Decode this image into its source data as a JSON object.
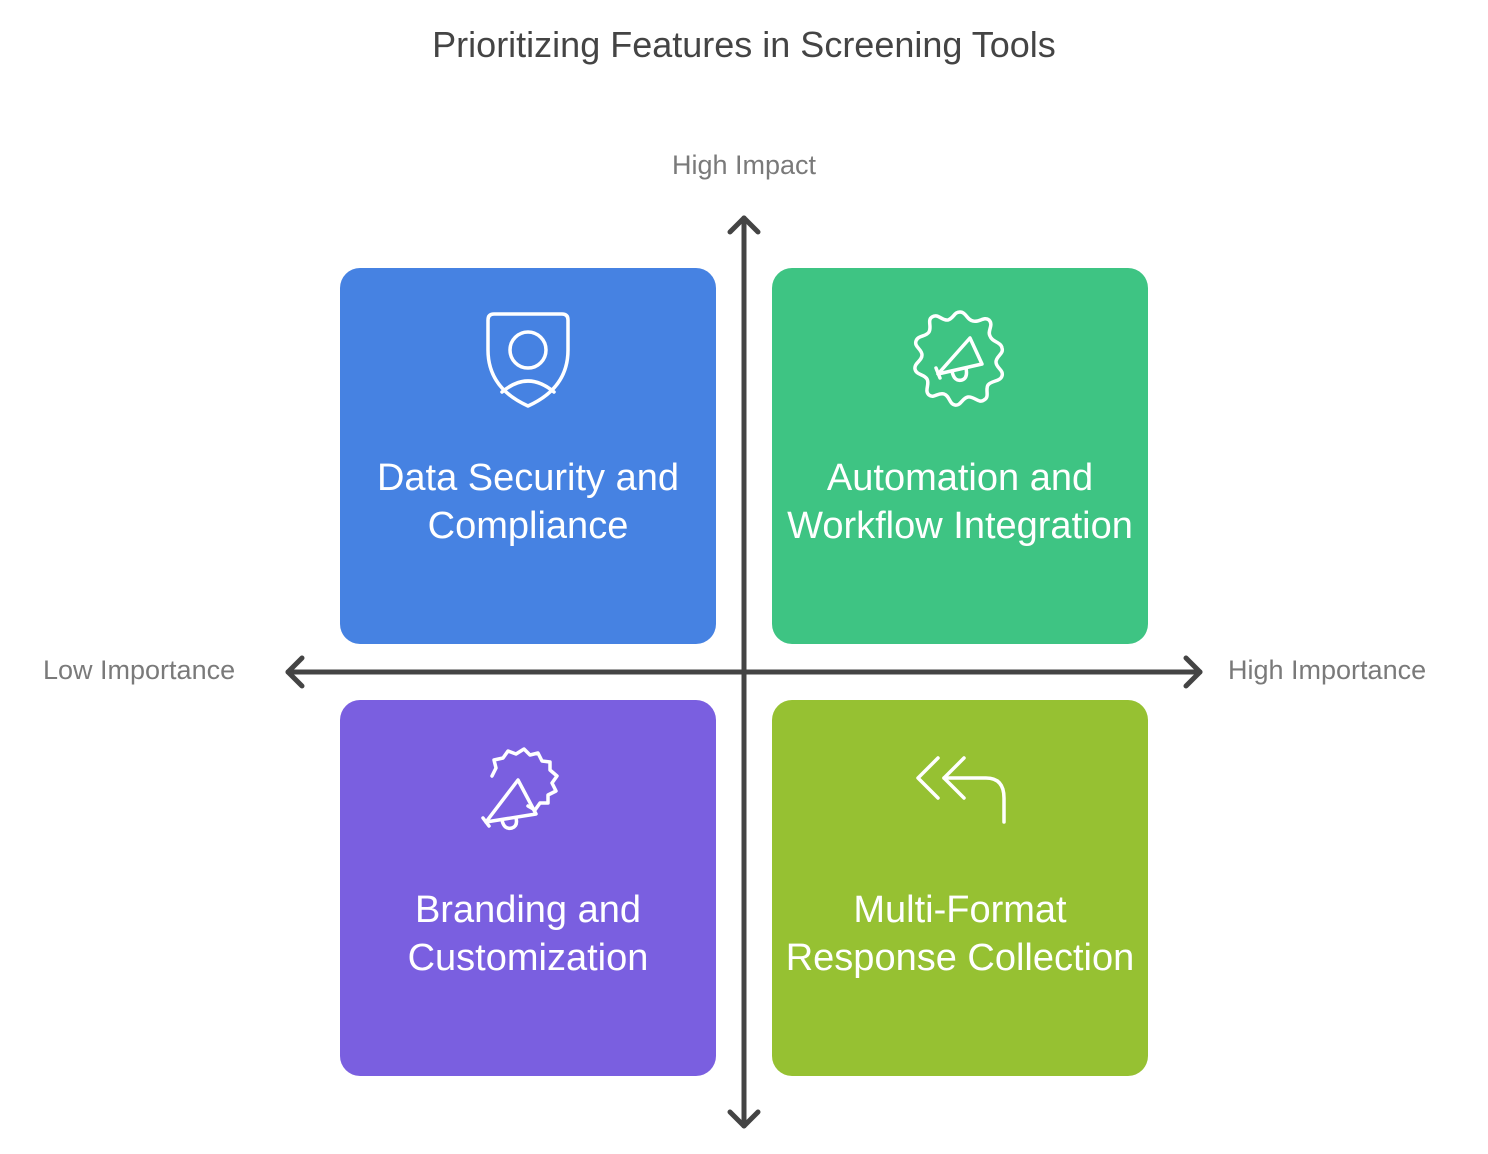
{
  "title": "Prioritizing Features in Screening Tools",
  "axes": {
    "top": "High Impact",
    "left": "Low Importance",
    "right": "High Importance"
  },
  "colors": {
    "axis": "#444444",
    "top_left": "#4682e2",
    "top_right": "#3ec483",
    "bottom_left": "#7a5fe0",
    "bottom_right": "#96c132"
  },
  "quadrants": [
    {
      "position": "top-left",
      "label": "Data Security and Compliance",
      "icon": "shield-user-icon"
    },
    {
      "position": "top-right",
      "label": "Automation and Workflow Integration",
      "icon": "gear-megaphone-icon"
    },
    {
      "position": "bottom-left",
      "label": "Branding and Customization",
      "icon": "badge-megaphone-icon"
    },
    {
      "position": "bottom-right",
      "label": "Multi-Format Response Collection",
      "icon": "reply-all-icon"
    }
  ]
}
